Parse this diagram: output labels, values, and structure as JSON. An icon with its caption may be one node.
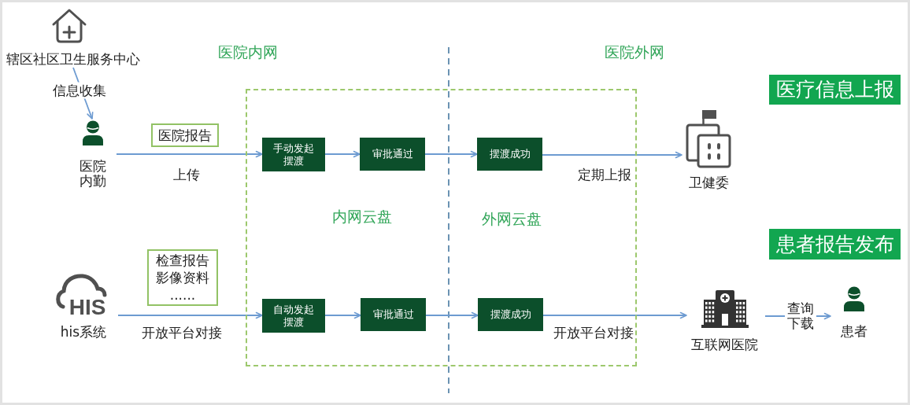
{
  "diagram": {
    "nodes": [
      {
        "text": [
          "辖区社区卫生服务中心"
        ]
      },
      {
        "text": [
          "医院内勤"
        ]
      },
      {
        "text": [
          "医院报告"
        ]
      },
      {
        "text": [
          "内网云盘",
          "外网云盘"
        ]
      },
      {
        "text": [
          "手动发起摆渡"
        ],
        "in": 3
      },
      {
        "text": [
          "审批通过"
        ],
        "in": 3
      },
      {
        "text": [
          "摆渡成功"
        ],
        "in": 3
      },
      {
        "text": [
          "卫健委"
        ]
      },
      {
        "text": [
          "医疗信息上报"
        ]
      },
      {
        "text": [
          "HIS",
          "his系统"
        ]
      },
      {
        "text": [
          "检查报告",
          "影像资料",
          "......"
        ]
      },
      {
        "text": [
          "自动发起摆渡"
        ],
        "in": 3
      },
      {
        "text": [
          "审批通过"
        ],
        "in": 3
      },
      {
        "text": [
          "摆渡成功"
        ],
        "in": 3
      },
      {
        "text": [
          "互联网医院"
        ]
      },
      {
        "text": [
          "患者报告发布"
        ]
      },
      {
        "text": [
          "患者"
        ]
      }
    ],
    "edges": [
      {
        "from": 0,
        "to": 1,
        "arrow": "to",
        "label": "信息收集"
      },
      {
        "from": 1,
        "to": 4,
        "arrow": "to",
        "label": "上传"
      },
      {
        "from": 4,
        "to": 5,
        "arrow": "to"
      },
      {
        "from": 5,
        "to": 6,
        "arrow": "to"
      },
      {
        "from": 6,
        "to": 7,
        "arrow": "to",
        "label": "定期上报"
      },
      {
        "from": 9,
        "to": 11,
        "arrow": "to",
        "label": "开放平台对接"
      },
      {
        "from": 11,
        "to": 12,
        "arrow": "to"
      },
      {
        "from": 12,
        "to": 13,
        "arrow": "to"
      },
      {
        "from": 13,
        "to": 14,
        "arrow": "to",
        "label": "开放平台对接"
      },
      {
        "from": 14,
        "to": 16,
        "arrow": "to",
        "label": "查询下载"
      }
    ],
    "labels": [
      "医院内网",
      "医院外网"
    ]
  }
}
